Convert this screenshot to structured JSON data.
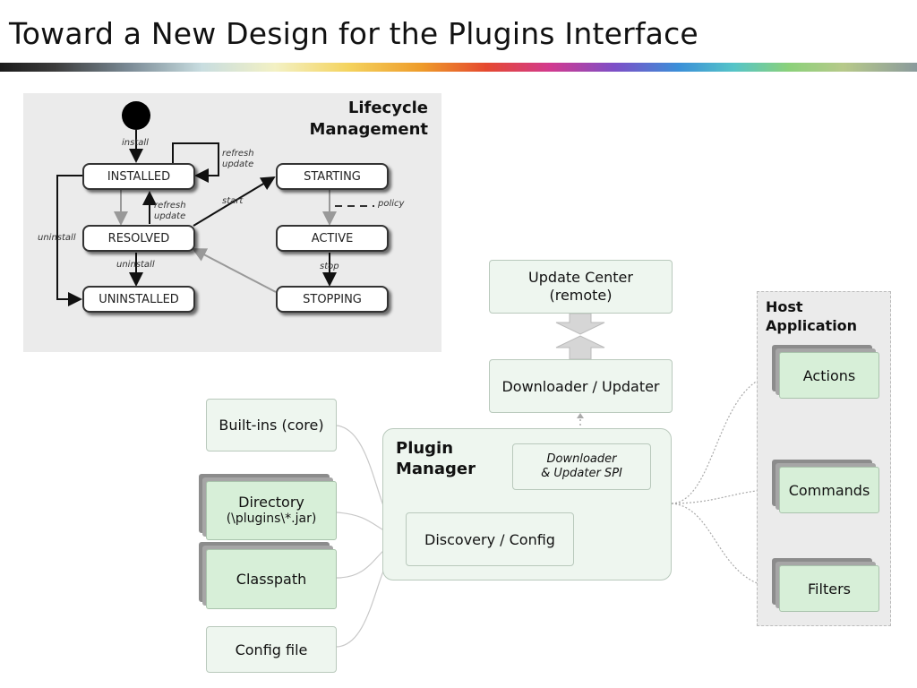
{
  "slide": {
    "title": "Toward a New Design for the Plugins Interface"
  },
  "lifecycle": {
    "title_line1": "Lifecycle",
    "title_line2": "Management",
    "states": {
      "installed": "INSTALLED",
      "resolved": "RESOLVED",
      "uninstalled": "UNINSTALLED",
      "starting": "STARTING",
      "active": "ACTIVE",
      "stopping": "STOPPING"
    },
    "labels": {
      "install": "install",
      "refresh1": "refresh",
      "update1": "update",
      "refresh2": "refresh",
      "update2": "update",
      "start": "start",
      "policy": "policy",
      "uninstall_left": "uninstall",
      "uninstall_mid": "uninstall",
      "stop": "stop"
    }
  },
  "update_center": {
    "line1": "Update Center",
    "line2": "(remote)"
  },
  "downloader": {
    "label": "Downloader / Updater"
  },
  "plugin_manager": {
    "title_line1": "Plugin",
    "title_line2": "Manager",
    "spi_line1": "Downloader",
    "spi_line2": "& Updater SPI",
    "discovery": "Discovery / Config"
  },
  "sources": {
    "builtins": "Built-ins (core)",
    "directory_line1": "Directory",
    "directory_line2": "(\\plugins\\*.jar)",
    "classpath": "Classpath",
    "config_file": "Config file"
  },
  "host": {
    "title_line1": "Host",
    "title_line2": "Application",
    "actions": "Actions",
    "commands": "Commands",
    "filters": "Filters"
  }
}
